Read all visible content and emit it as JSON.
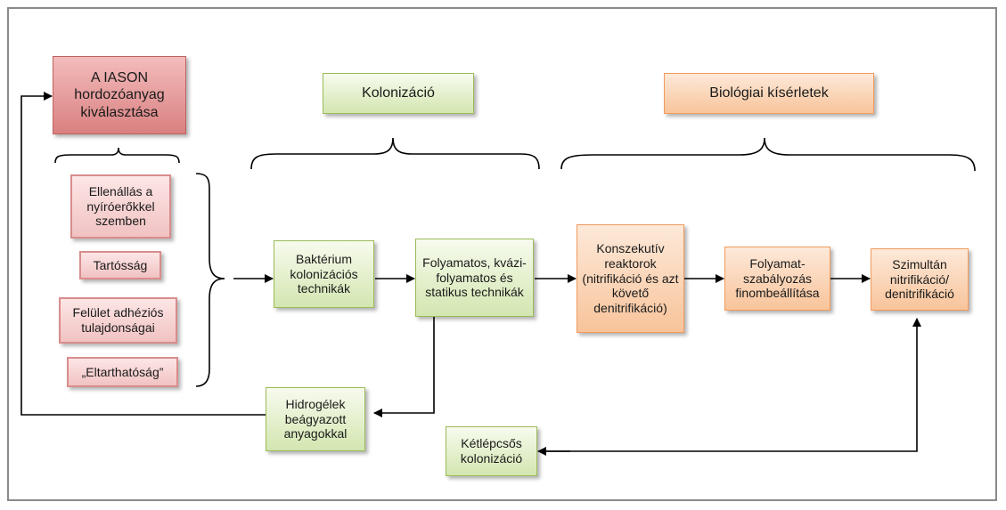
{
  "boxes": {
    "iason": "A IASON hordozóanyag kiválasztása",
    "kolonizacio": "Kolonizáció",
    "biologiai": "Biológiai kísérletek",
    "ellenallas": "Ellenállás a nyíróerőkkel szemben",
    "tartossag": "Tartósság",
    "felulet": "Felület adhéziós tulajdonságai",
    "eltarthatosag": "„Eltarthatóság”",
    "bakterium": "Baktérium kolonizációs technikák",
    "folyamatos": "Folyamatos, kvázi-folyamatos és statikus technikák",
    "konszekutiv": "Konszekutív reaktorok (nitrifikáció és azt követő denitrifikáció)",
    "folyamat_szab": "Folyamat-szabályozás finombeállítása",
    "szimultan": "Szimultán nitrifikáció/ denitrifikáció",
    "hidrogelek": "Hidrogélek beágyazott anyagokkal",
    "ketlepcsos": "Kétlépcsős kolonizáció"
  },
  "colors": {
    "red": "#d98080",
    "pink": "#f1c2c2",
    "green": "#9bbb59",
    "orange": "#f29b5c",
    "line": "#000000",
    "frame": "#8a8a8a"
  }
}
